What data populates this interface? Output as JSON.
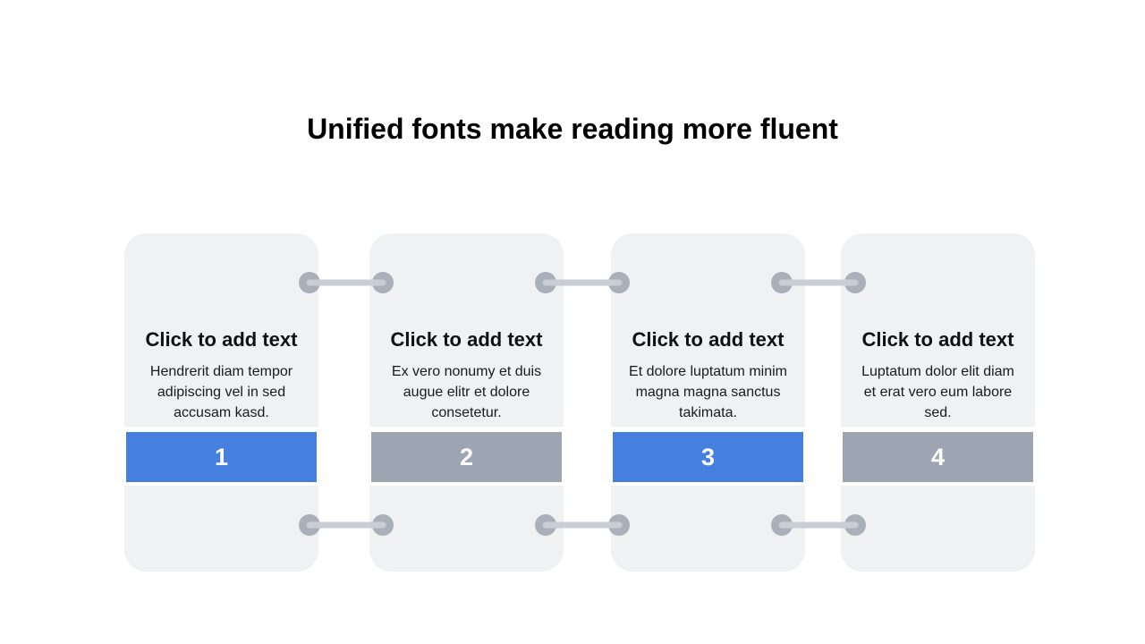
{
  "title": "Unified fonts make reading more fluent",
  "colors": {
    "card_background": "#f0f1f3",
    "accent_blue": "#4580de",
    "accent_gray": "#9ca5b1",
    "connector_dot": "#a9b0ba",
    "connector_line": "#c9cdd4"
  },
  "steps": [
    {
      "heading": "Click to add text",
      "body": "Hendrerit diam tempor adipiscing vel in sed accusam kasd.",
      "number": "1",
      "color": "#4580de"
    },
    {
      "heading": "Click to add text",
      "body": "Ex vero nonumy et duis augue elitr et dolore consetetur.",
      "number": "2",
      "color": "#9ca5b1"
    },
    {
      "heading": "Click to add text",
      "body": "Et dolore luptatum minim magna magna sanctus takimata.",
      "number": "3",
      "color": "#4580de"
    },
    {
      "heading": "Click to add text",
      "body": "Luptatum dolor elit diam et erat vero eum labore sed.",
      "number": "4",
      "color": "#9ca5b1"
    }
  ]
}
